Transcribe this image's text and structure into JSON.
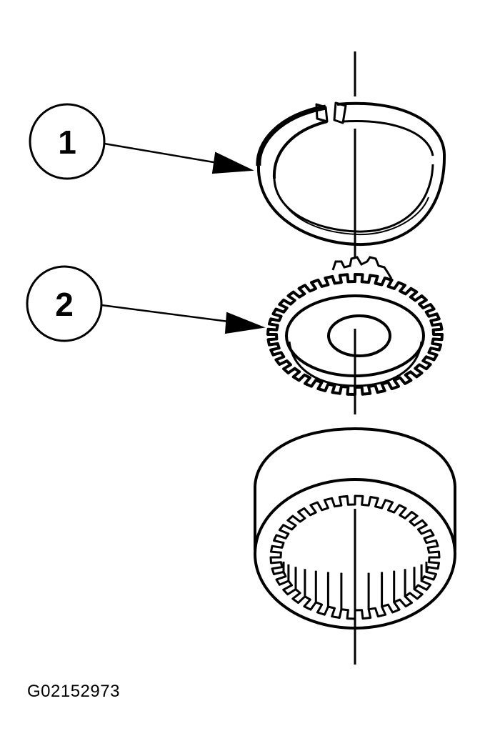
{
  "callouts": [
    {
      "number": "1",
      "part": "retaining ring"
    },
    {
      "number": "2",
      "part": "gear"
    }
  ],
  "figure_id": "G02152973",
  "colors": {
    "ink": "#000000",
    "paper": "#ffffff"
  }
}
